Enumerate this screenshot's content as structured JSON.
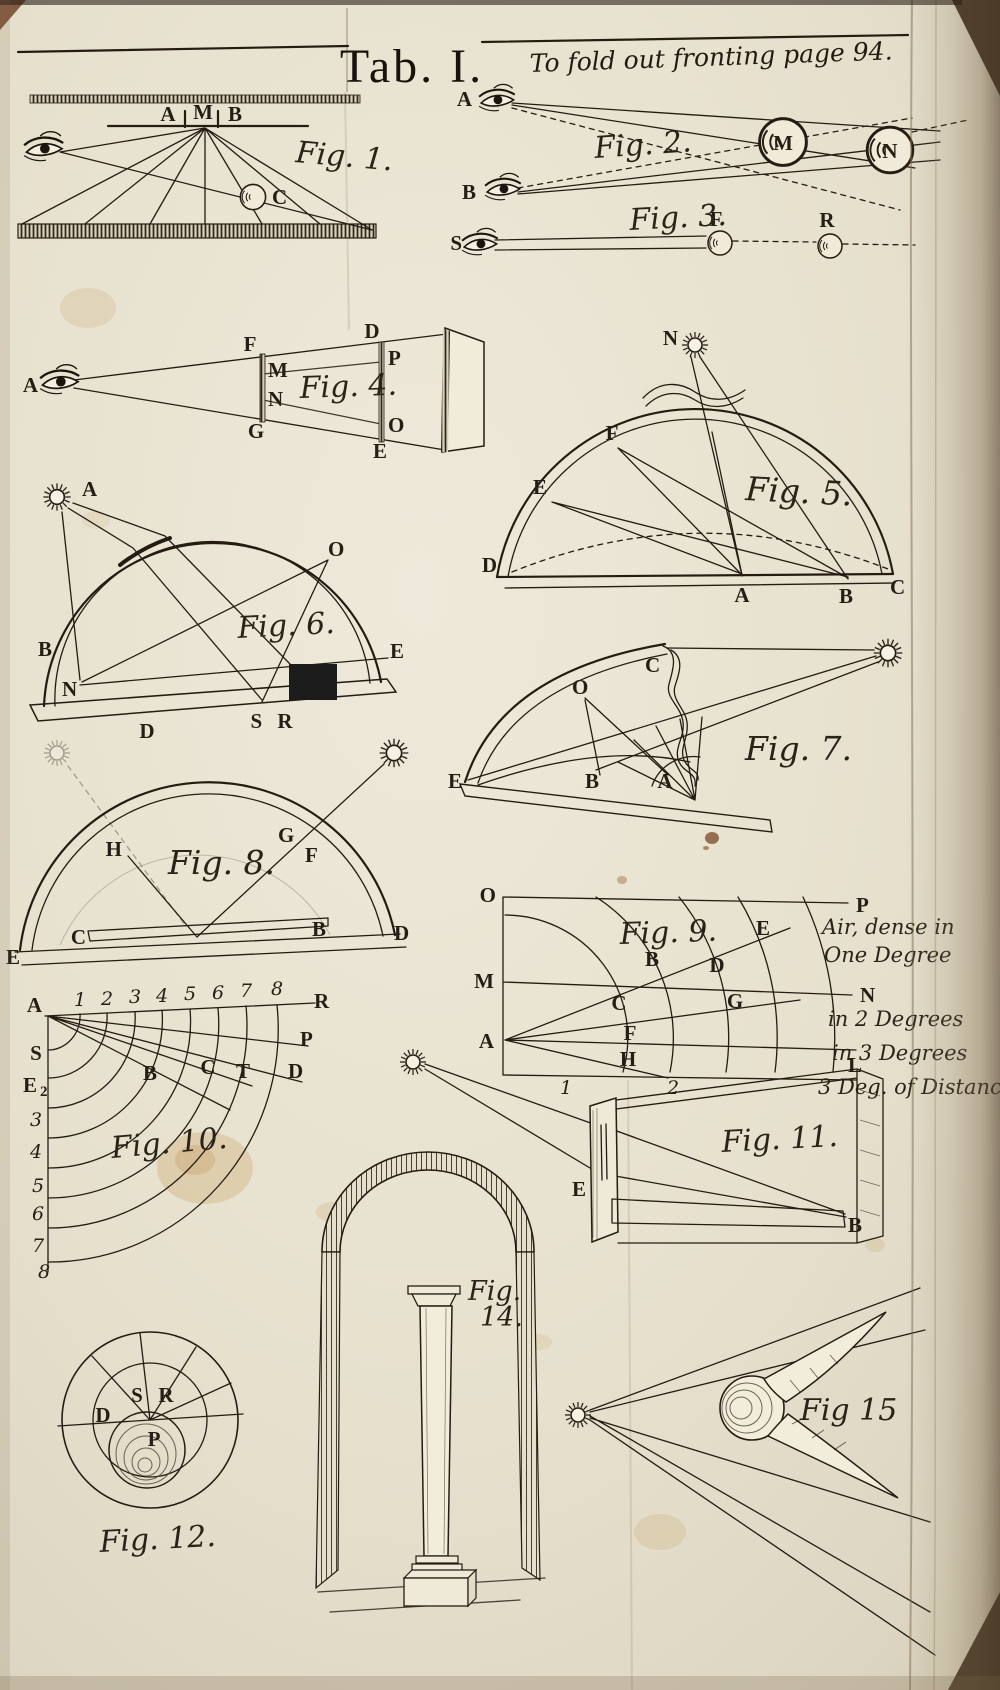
{
  "plate": {
    "title": "Tab. I.",
    "note": "To fold out fronting page 94."
  },
  "colors": {
    "ink": "#241c12",
    "paper": "#e8e2d0",
    "page_edge": "#43321f"
  },
  "fig1": {
    "caption": "Fig. 1.",
    "A": "A",
    "M": "M",
    "B": "B",
    "C": "C"
  },
  "fig2": {
    "caption": "Fig. 2.",
    "A": "A",
    "B": "B",
    "M": "M",
    "N": "N"
  },
  "fig3": {
    "caption": "Fig. 3.",
    "S": "S",
    "F": "F",
    "R": "R"
  },
  "fig4": {
    "caption": "Fig. 4.",
    "A": "A",
    "F": "F",
    "M": "M",
    "N": "N",
    "G": "G",
    "D": "D",
    "P": "P",
    "O": "O",
    "E": "E"
  },
  "fig5": {
    "caption": "Fig. 5.",
    "N": "N",
    "F": "F",
    "E": "E",
    "D": "D",
    "A": "A",
    "B": "B",
    "C": "C"
  },
  "fig6": {
    "caption": "Fig. 6.",
    "A": "A",
    "O": "O",
    "B": "B",
    "N": "N",
    "E": "E",
    "D": "D",
    "SR": "S R"
  },
  "fig7": {
    "caption": "Fig. 7.",
    "C": "C",
    "O": "O",
    "E": "E",
    "B": "B",
    "A": "A"
  },
  "fig8": {
    "caption": "Fig. 8.",
    "H": "H",
    "G": "G",
    "F": "F",
    "C": "C",
    "B": "B",
    "D": "D",
    "E": "E"
  },
  "fig9": {
    "caption": "Fig. 9.",
    "O": "O",
    "P": "P",
    "M": "M",
    "N": "N",
    "A": "A",
    "B": "B",
    "C": "C",
    "D": "D",
    "E": "E",
    "F": "F",
    "G": "G",
    "H": "H",
    "L": "L",
    "tick1": "1",
    "tick2": "2",
    "note1": "Air, dense in",
    "note2": "One Degree",
    "note3": "in 2 Degrees",
    "note4": "in 3 Degrees",
    "note5": "3 Deg. of Distanc"
  },
  "fig10": {
    "caption": "Fig. 10.",
    "A": "A",
    "R": "R",
    "S": "S",
    "E": "E",
    "two": "2",
    "P": "P",
    "D": "D",
    "B": "B",
    "C": "C",
    "T": "T",
    "top": [
      "1",
      "2",
      "3",
      "4",
      "5",
      "6",
      "7",
      "8"
    ],
    "left": [
      "3",
      "4",
      "5",
      "6",
      "7",
      "8"
    ]
  },
  "fig11": {
    "caption": "Fig. 11.",
    "E": "E",
    "B": "B"
  },
  "fig12": {
    "caption": "Fig. 12.",
    "S": "S",
    "R": "R",
    "D": "D",
    "P": "P"
  },
  "f14": {
    "caption1": "Fig.",
    "caption2": "14."
  },
  "fig15": {
    "caption": "Fig 15"
  }
}
